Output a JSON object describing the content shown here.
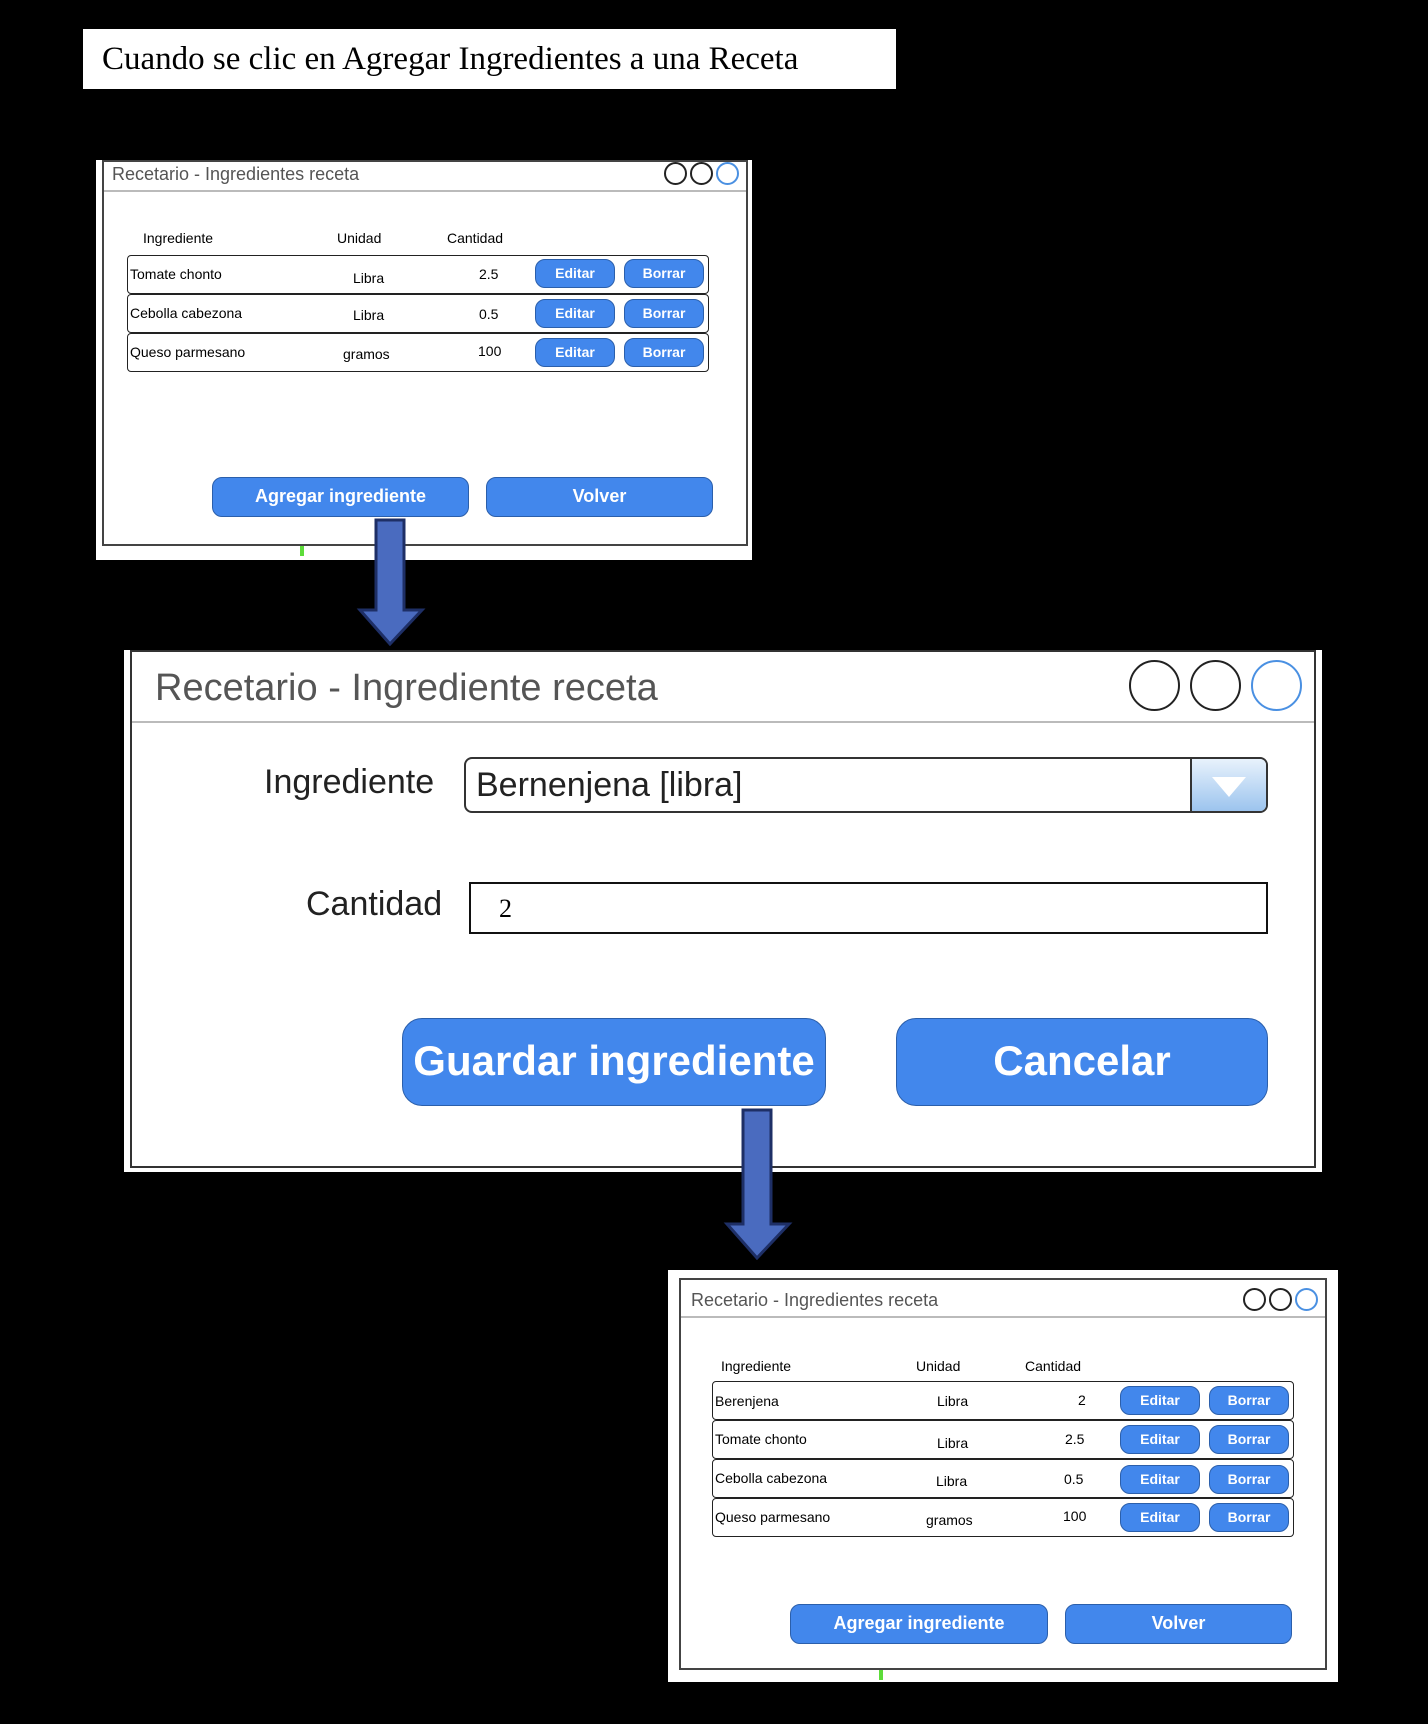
{
  "caption": "Cuando se clic en Agregar Ingredientes a una Receta",
  "window1": {
    "title": "Recetario - Ingredientes receta",
    "headers": [
      "Ingrediente",
      "Unidad",
      "Cantidad"
    ],
    "rows": [
      {
        "ingrediente": "Tomate chonto",
        "unidad": "Libra",
        "cantidad": "2.5"
      },
      {
        "ingrediente": "Cebolla cabezona",
        "unidad": "Libra",
        "cantidad": "0.5"
      },
      {
        "ingrediente": "Queso parmesano",
        "unidad": "gramos",
        "cantidad": "100"
      }
    ],
    "edit_label": "Editar",
    "delete_label": "Borrar",
    "add_label": "Agregar ingrediente",
    "back_label": "Volver"
  },
  "window2": {
    "title": "Recetario - Ingrediente receta",
    "ingrediente_label": "Ingrediente",
    "ingrediente_value": "Bernenjena [libra]",
    "cantidad_label": "Cantidad",
    "cantidad_value": "2",
    "save_label": "Guardar ingrediente",
    "cancel_label": "Cancelar"
  },
  "window3": {
    "title": "Recetario - Ingredientes receta",
    "headers": [
      "Ingrediente",
      "Unidad",
      "Cantidad"
    ],
    "rows": [
      {
        "ingrediente": "Berenjena",
        "unidad": "Libra",
        "cantidad": "2"
      },
      {
        "ingrediente": "Tomate chonto",
        "unidad": "Libra",
        "cantidad": "2.5"
      },
      {
        "ingrediente": "Cebolla cabezona",
        "unidad": "Libra",
        "cantidad": "0.5"
      },
      {
        "ingrediente": "Queso parmesano",
        "unidad": "gramos",
        "cantidad": "100"
      }
    ],
    "edit_label": "Editar",
    "delete_label": "Borrar",
    "add_label": "Agregar ingrediente",
    "back_label": "Volver"
  },
  "colors": {
    "button_blue": "#4287ec",
    "arrow_blue": "#4a6bbf",
    "window_control_blue": "#4a90e2"
  },
  "icons": [
    "window-control-icon",
    "dropdown-arrow-icon",
    "flow-arrow-icon"
  ]
}
